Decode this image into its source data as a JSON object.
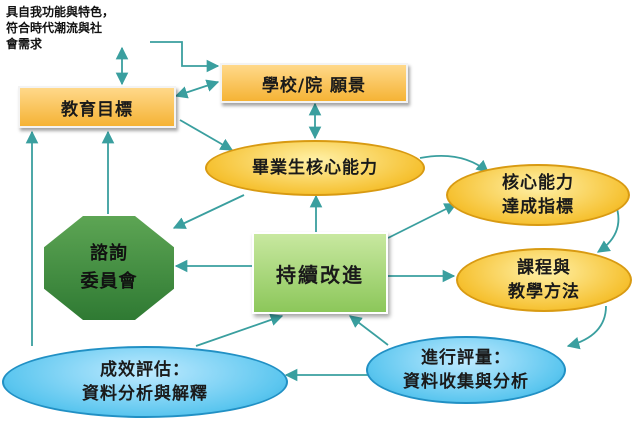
{
  "note": {
    "lines": [
      "具自我功能與特色，",
      "符合時代潮流與社",
      "會需求"
    ]
  },
  "nodes": {
    "vision": "學校/院 願景",
    "education_goals": "教育目標",
    "core_competence": "畢業生核心能力",
    "core_indicators": {
      "lines": [
        "核心能力",
        "達成指標"
      ]
    },
    "continuous_improvement": "持續改進",
    "advisory_committee": {
      "lines": [
        "諮詢",
        "委員會"
      ]
    },
    "curriculum": {
      "lines": [
        "課程與",
        "教學方法"
      ]
    },
    "evaluation": {
      "lines": [
        "進行評量：",
        "資料收集與分析"
      ]
    },
    "effectiveness": {
      "lines": [
        "成效評估：",
        "資料分析與解釋"
      ]
    }
  },
  "colors": {
    "connector": "#3a9f9f",
    "orange_fill": "#f6c233",
    "blue_fill": "#5bc6ef",
    "green_fill": "#8cc75a",
    "octagon_fill": "#3d8a3e"
  }
}
